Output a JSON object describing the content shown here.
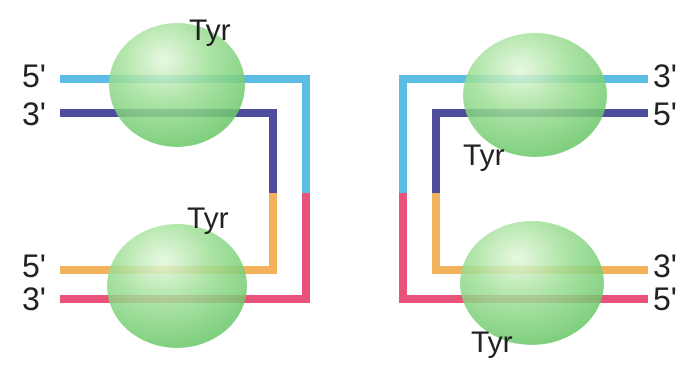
{
  "colors": {
    "strand_blue": "#5bbde4",
    "strand_navy": "#4d4d9c",
    "strand_orange": "#f2b25c",
    "strand_pink": "#e9537a",
    "protein_green": "#8fd98a",
    "text": "#222222"
  },
  "left_complex": {
    "end_top_5": "5'",
    "end_top_3": "3'",
    "end_bottom_5": "5'",
    "end_bottom_3": "3'",
    "tyr_top": "Tyr",
    "tyr_bottom": "Tyr"
  },
  "right_complex": {
    "end_top_3": "3'",
    "end_top_5": "5'",
    "end_bottom_3": "3'",
    "end_bottom_5": "5'",
    "tyr_top": "Tyr",
    "tyr_bottom": "Tyr"
  }
}
